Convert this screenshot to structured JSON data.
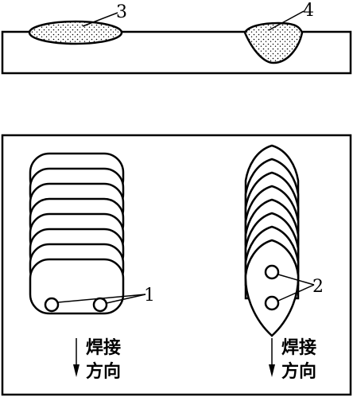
{
  "labels": {
    "top_left_pool": "3",
    "top_right_pool": "4",
    "left_marker": "1",
    "right_marker": "2"
  },
  "direction_text": {
    "left": {
      "line1": "焊接",
      "line2": "方向"
    },
    "right": {
      "line1": "焊接",
      "line2": "方向"
    }
  }
}
